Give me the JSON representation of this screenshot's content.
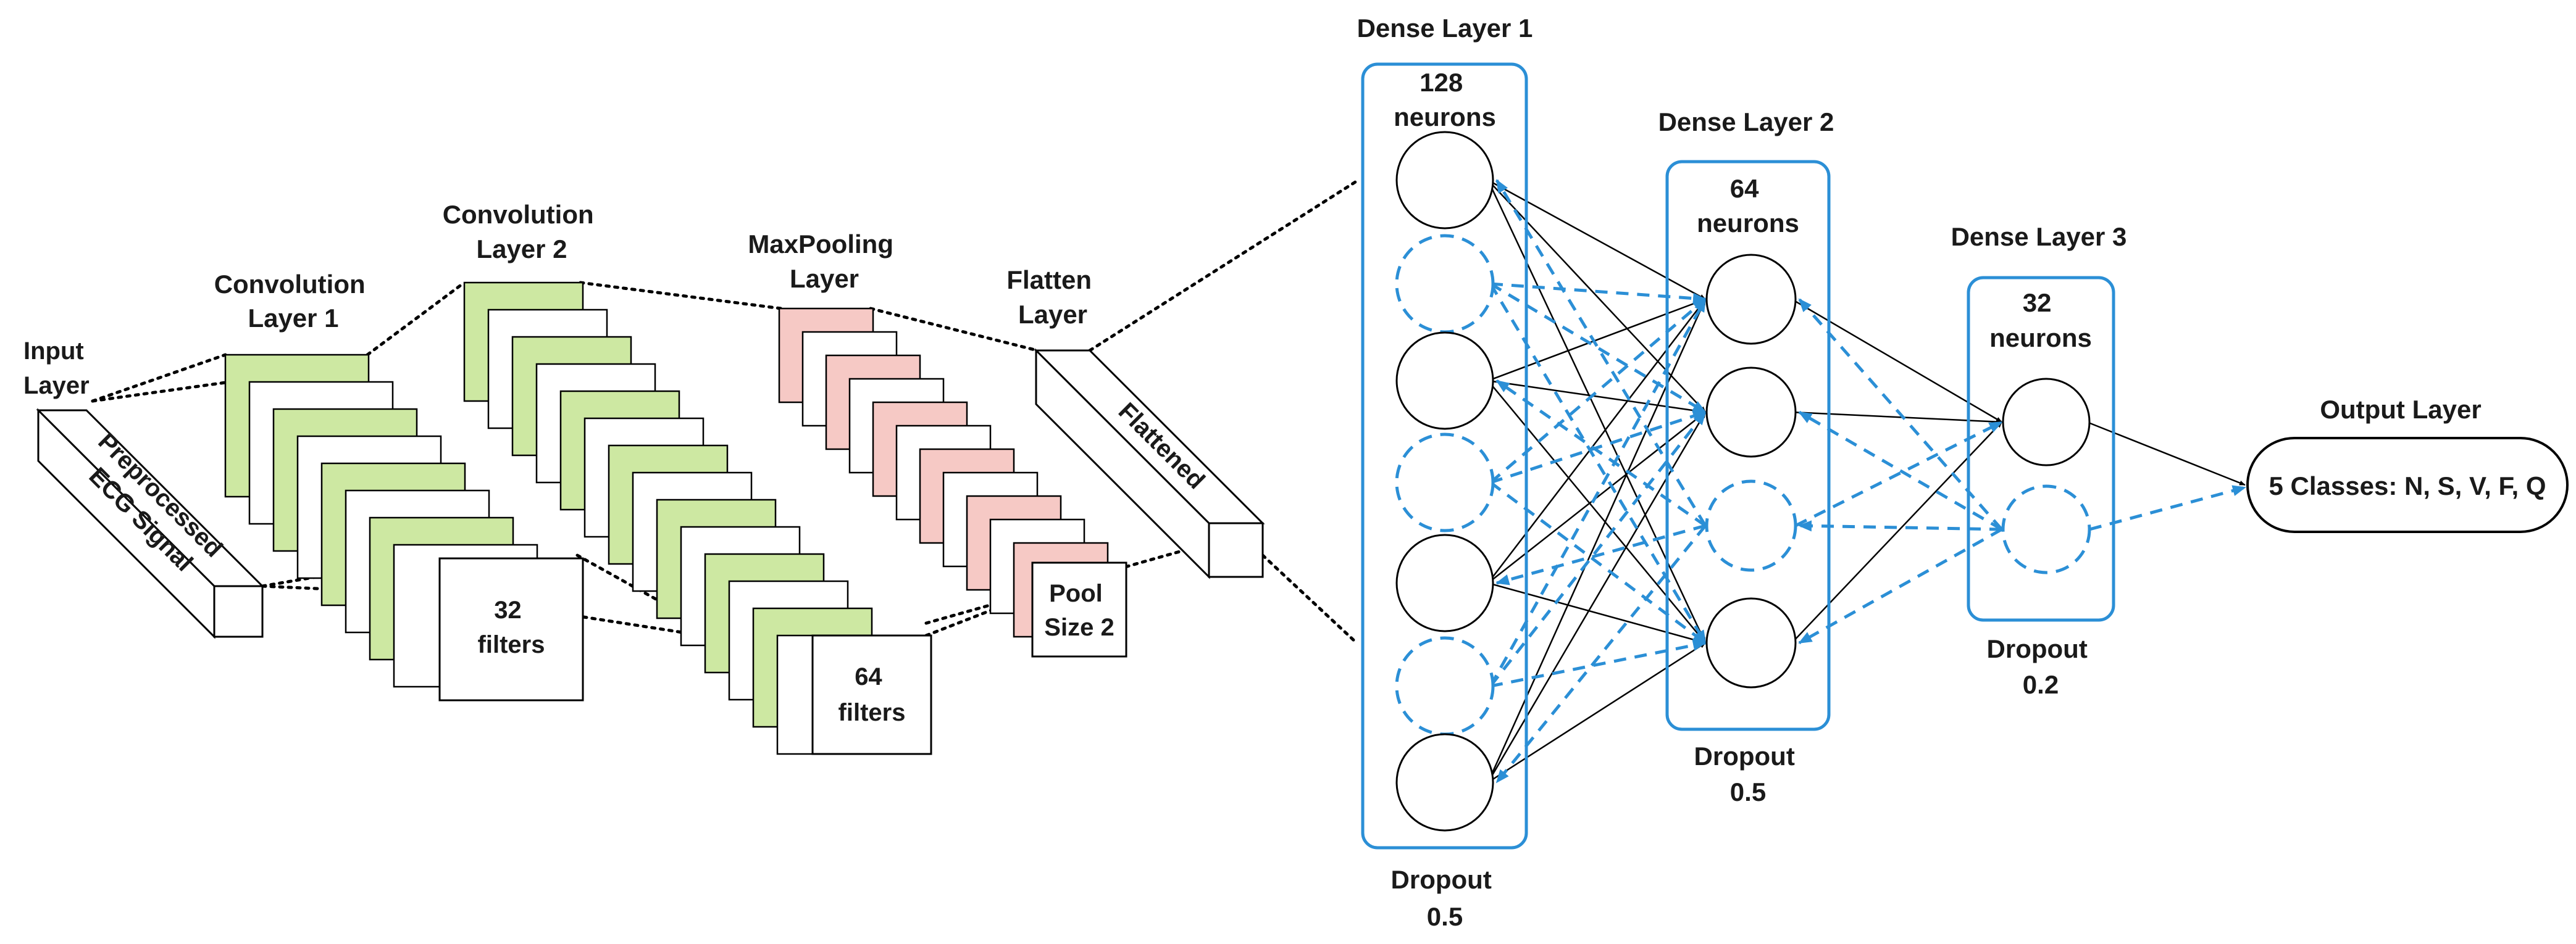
{
  "input_layer": {
    "label_lines": [
      "Input",
      "Layer"
    ],
    "bar_text_lines": [
      "Preprocessed",
      "ECG Signal"
    ]
  },
  "conv1": {
    "label_lines": [
      "Convolution",
      "Layer 1"
    ],
    "filters_lines": [
      "32",
      "filters"
    ]
  },
  "conv2": {
    "label_lines": [
      "Convolution",
      "Layer 2"
    ],
    "filters_lines": [
      "64",
      "filters"
    ]
  },
  "maxpool": {
    "label_lines": [
      "MaxPooling",
      "Layer"
    ],
    "pool_lines": [
      "Pool",
      "Size 2"
    ]
  },
  "flatten": {
    "label_lines": [
      "Flatten",
      "Layer"
    ],
    "bar_text": "Flattened"
  },
  "dense1": {
    "title": "Dense Layer 1",
    "neurons_lines": [
      "128",
      "neurons"
    ],
    "dropout_lines": [
      "Dropout",
      "0.5"
    ]
  },
  "dense2": {
    "title": "Dense Layer 2",
    "neurons_lines": [
      "64",
      "neurons"
    ],
    "dropout_lines": [
      "Dropout",
      "0.5"
    ]
  },
  "dense3": {
    "title": "Dense Layer 3",
    "neurons_lines": [
      "32",
      "neurons"
    ],
    "dropout_lines": [
      "Dropout",
      "0.2"
    ]
  },
  "output": {
    "title": "Output Layer",
    "classes": "5 Classes: N, S, V, F, Q"
  },
  "colors": {
    "conv_fill": "#cde8a2",
    "pool_fill": "#f6c9c5",
    "dense_border": "#2b8fd6",
    "dropout_blue": "#2b8fd6",
    "stroke": "#000000"
  }
}
